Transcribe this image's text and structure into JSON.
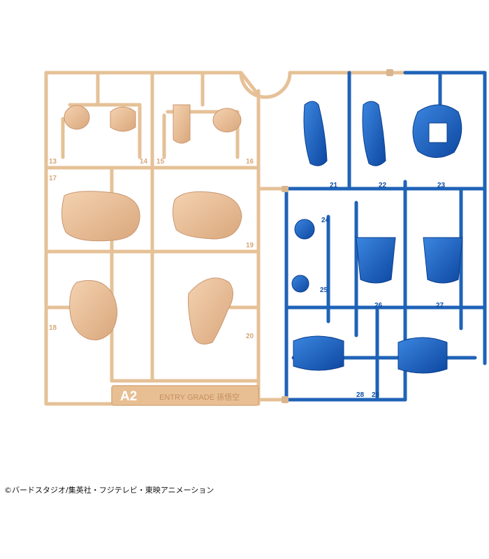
{
  "runner_a": {
    "tag": "A2",
    "label": "ENTRY GRADE 孫悟空",
    "color": "#e9c29b",
    "numbers": [
      "13",
      "14",
      "15",
      "16",
      "17",
      "18",
      "19",
      "20"
    ]
  },
  "runner_b": {
    "color": "#1f63b7",
    "numbers": [
      "21",
      "22",
      "23",
      "24",
      "25",
      "26",
      "27",
      "28",
      "29"
    ]
  },
  "copyright": "©バードスタジオ/集英社・フジテレビ・東映アニメーション"
}
